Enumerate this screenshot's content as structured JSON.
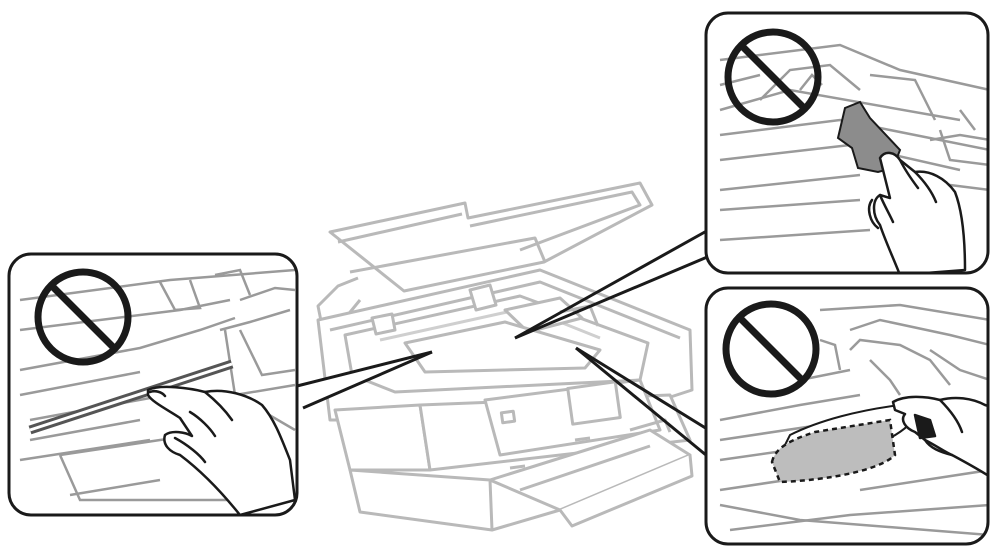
{
  "figure": {
    "kind": "instruction-illustration",
    "subject": "printer-with-open-scanner-unit",
    "callouts": [
      {
        "id": "left",
        "warning": "do-not-touch",
        "touch_target": "flat-white-cable"
      },
      {
        "id": "top-right",
        "warning": "do-not-touch",
        "touch_target": "translucent-part"
      },
      {
        "id": "bottom-right",
        "warning": "do-not-touch",
        "touch_target": "ink-tube"
      }
    ]
  },
  "colors": {
    "outline": "#1a1a1a",
    "printer_line": "#b9b9b9",
    "printer_fill": "#ffffff",
    "detail_line": "#9a9a9a",
    "highlight": "#8c8c8c",
    "dashed_area": "#bdbdbd",
    "background": "#ffffff"
  },
  "icons": {
    "prohibition": "no-symbol-icon",
    "hand": "pointing-hand-icon"
  }
}
